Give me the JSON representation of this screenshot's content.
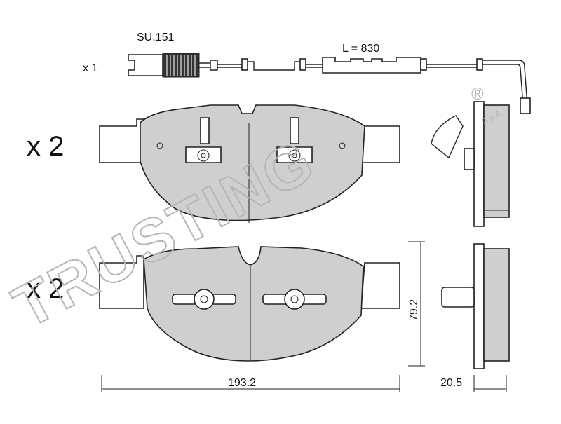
{
  "sensor": {
    "part_code": "SU.151",
    "quantity": "x 1",
    "length_label": "L = 830"
  },
  "pads": {
    "top_quantity": "x 2",
    "bottom_quantity": "x 2"
  },
  "dimensions": {
    "width": "193.2",
    "height": "79.2",
    "thickness": "20.5"
  },
  "watermark": {
    "text": "TRUSTING",
    "registered_mark": "®",
    "suffix": "S.p.A."
  },
  "colors": {
    "pad_fill": "#cfcfcf",
    "line": "#222222",
    "watermark": "#b5b5b5"
  }
}
